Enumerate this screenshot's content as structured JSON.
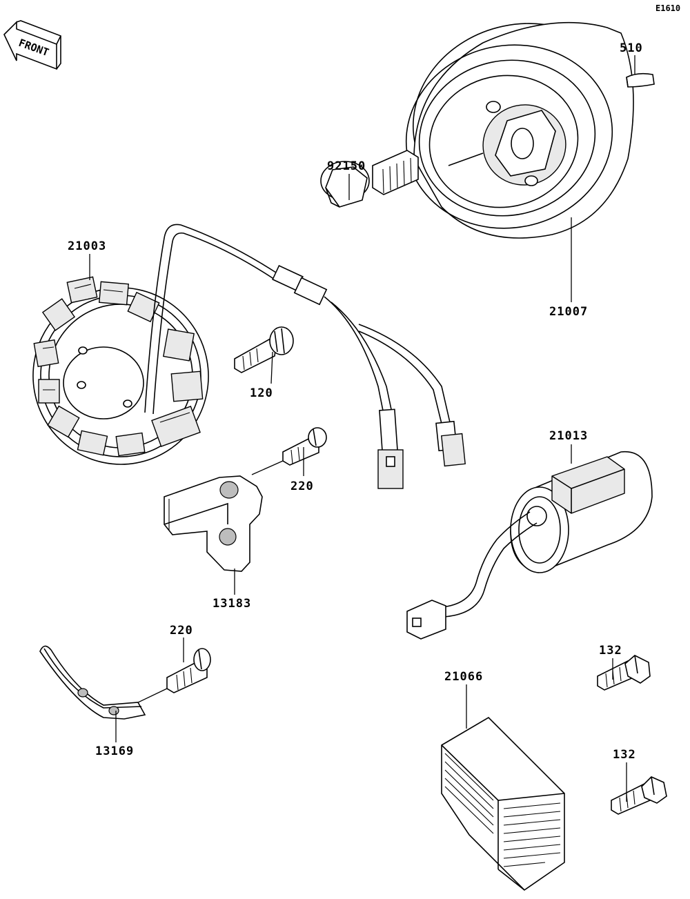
{
  "diagram_code": "E1610",
  "front_indicator": "FRONT",
  "parts": [
    {
      "key": "p510",
      "number": "510",
      "item": "key"
    },
    {
      "key": "p92150",
      "number": "92150",
      "item": "flange bolt"
    },
    {
      "key": "p21003",
      "number": "21003",
      "item": "stator coil"
    },
    {
      "key": "p21007",
      "number": "21007",
      "item": "flywheel rotor"
    },
    {
      "key": "p120",
      "number": "120",
      "item": "bolt"
    },
    {
      "key": "p220a",
      "number": "220",
      "item": "bolt"
    },
    {
      "key": "p21013",
      "number": "21013",
      "item": "pickup coil"
    },
    {
      "key": "p13183",
      "number": "13183",
      "item": "plate"
    },
    {
      "key": "p220b",
      "number": "220",
      "item": "bolt"
    },
    {
      "key": "p132a",
      "number": "132",
      "item": "bolt"
    },
    {
      "key": "p21066",
      "number": "21066",
      "item": "regulator"
    },
    {
      "key": "p132b",
      "number": "132",
      "item": "bolt"
    },
    {
      "key": "p13169",
      "number": "13169",
      "item": "clamp"
    }
  ]
}
